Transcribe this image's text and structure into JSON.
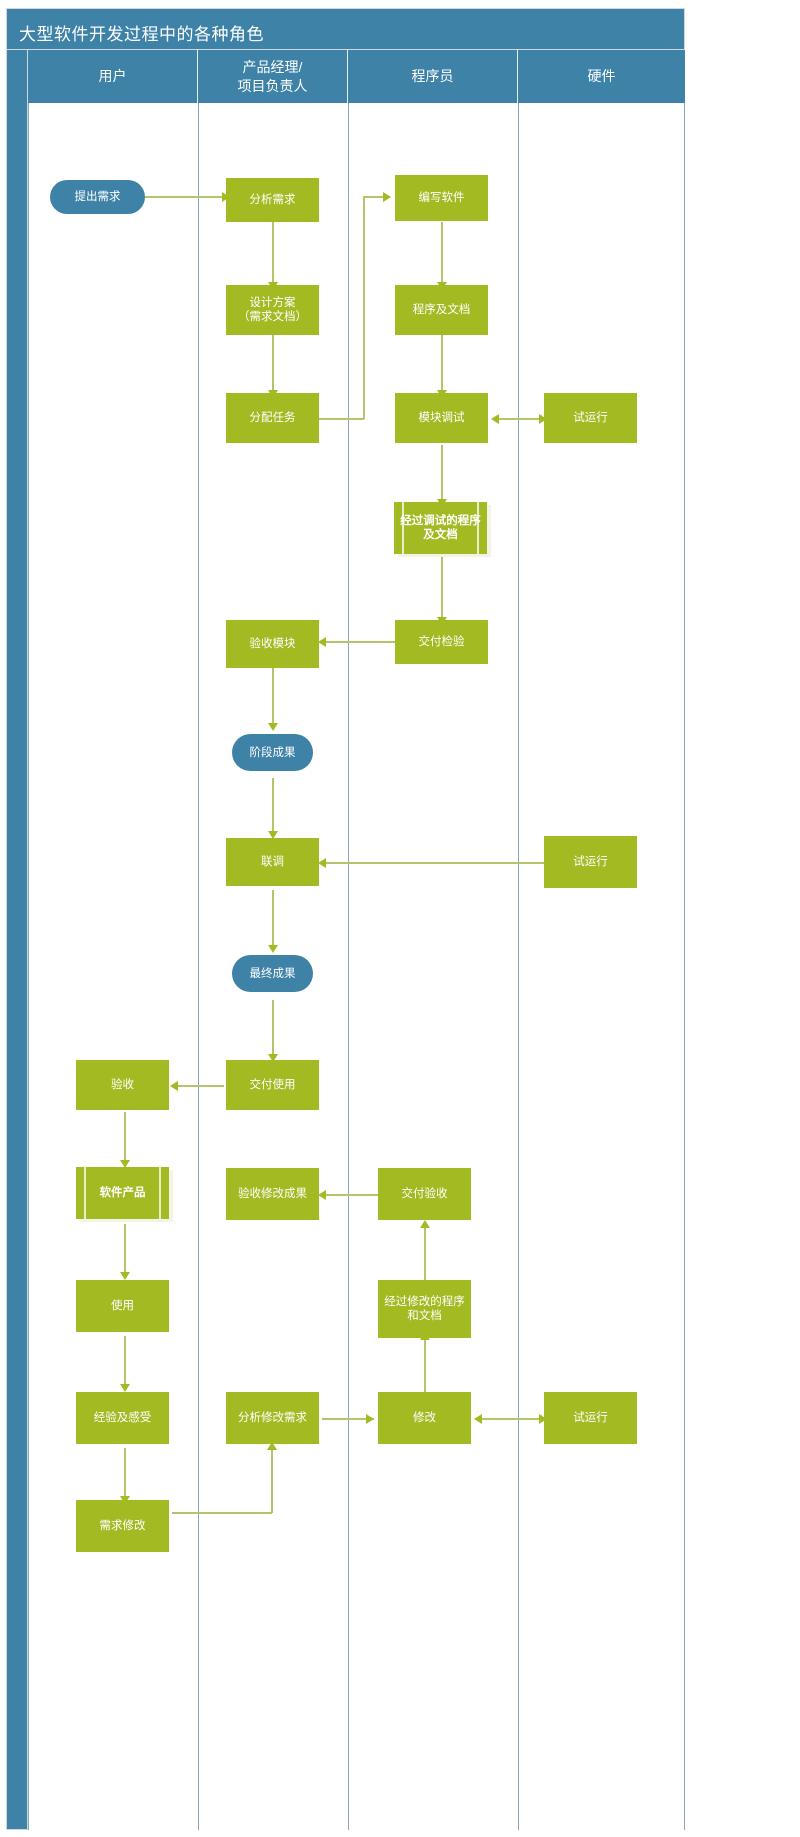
{
  "diagram": {
    "title": "大型软件开发过程中的各种角色",
    "accent_blue": "#3E82A8",
    "accent_green": "#A3BA22",
    "connector_color": "#B5C46A",
    "lanes": [
      {
        "id": "user",
        "label": "用户"
      },
      {
        "id": "pm",
        "label": "产品经理/\n项目负责人",
        "label_line1": "产品经理/",
        "label_line2": "项目负责人"
      },
      {
        "id": "dev",
        "label": "程序员"
      },
      {
        "id": "hardware",
        "label": "硬件"
      }
    ],
    "nodes": {
      "submit_req": {
        "label": "提出需求",
        "shape": "terminator",
        "lane": "user"
      },
      "analyze_req": {
        "label": "分析需求",
        "shape": "process",
        "lane": "pm"
      },
      "design_plan_l1": {
        "label": "设计方案",
        "shape": "process",
        "lane": "pm"
      },
      "design_plan_l2": {
        "label": "（需求文档）",
        "shape": "process",
        "lane": "pm"
      },
      "assign_task": {
        "label": "分配任务",
        "shape": "process",
        "lane": "pm"
      },
      "write_software": {
        "label": "编写软件",
        "shape": "process",
        "lane": "dev"
      },
      "program_docs": {
        "label": "程序及文档",
        "shape": "process",
        "lane": "dev"
      },
      "module_debug": {
        "label": "模块调试",
        "shape": "process",
        "lane": "dev"
      },
      "trial_run_1": {
        "label": "试运行",
        "shape": "process",
        "lane": "hardware"
      },
      "debugged_docs": {
        "label": "经过调试的程序及文档",
        "shape": "document",
        "lane": "dev"
      },
      "deliver_check": {
        "label": "交付检验",
        "shape": "process",
        "lane": "dev"
      },
      "accept_module": {
        "label": "验收模块",
        "shape": "process",
        "lane": "pm"
      },
      "stage_result": {
        "label": "阶段成果",
        "shape": "terminator",
        "lane": "pm"
      },
      "joint_debug": {
        "label": "联调",
        "shape": "process",
        "lane": "pm"
      },
      "trial_run_2": {
        "label": "试运行",
        "shape": "process",
        "lane": "hardware"
      },
      "final_result": {
        "label": "最终成果",
        "shape": "terminator",
        "lane": "pm"
      },
      "deliver_use": {
        "label": "交付使用",
        "shape": "process",
        "lane": "pm"
      },
      "acceptance": {
        "label": "验收",
        "shape": "process",
        "lane": "user"
      },
      "software_product": {
        "label": "软件产品",
        "shape": "document",
        "lane": "user"
      },
      "accept_changes": {
        "label": "验收修改成果",
        "shape": "process",
        "lane": "pm"
      },
      "deliver_accept": {
        "label": "交付验收",
        "shape": "process",
        "lane": "dev"
      },
      "use": {
        "label": "使用",
        "shape": "process",
        "lane": "user"
      },
      "modified_docs": {
        "label": "经过修改的程序和文档",
        "shape": "process",
        "lane": "dev"
      },
      "experience": {
        "label": "经验及感受",
        "shape": "process",
        "lane": "user"
      },
      "analyze_changes": {
        "label": "分析修改需求",
        "shape": "process",
        "lane": "pm"
      },
      "modify": {
        "label": "修改",
        "shape": "process",
        "lane": "dev"
      },
      "trial_run_3": {
        "label": "试运行",
        "shape": "process",
        "lane": "hardware"
      },
      "req_change": {
        "label": "需求修改",
        "shape": "process",
        "lane": "user"
      }
    }
  }
}
